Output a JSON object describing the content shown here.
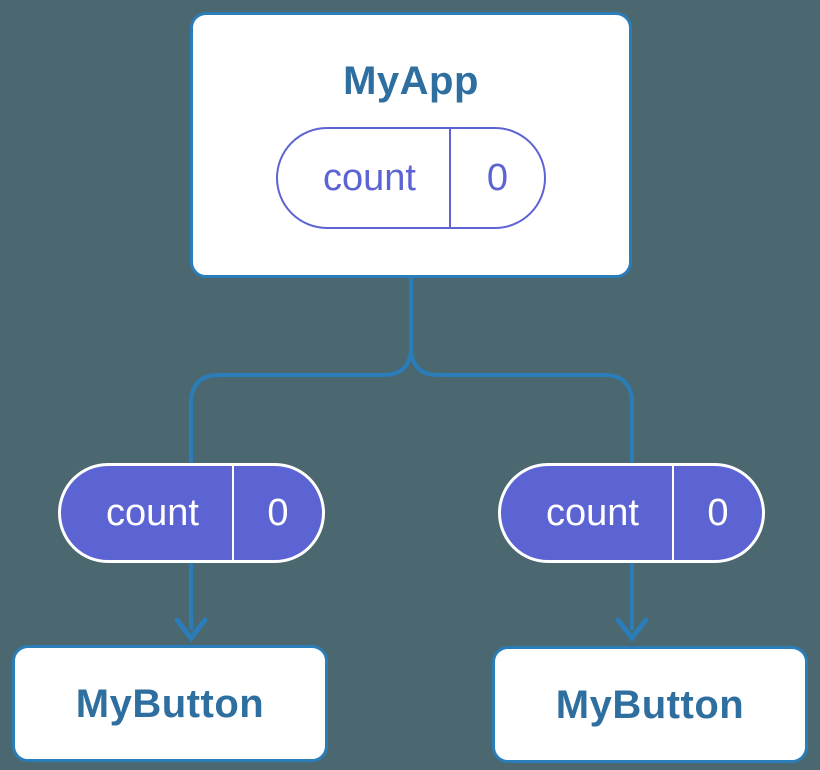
{
  "diagram": {
    "type": "component-state-tree",
    "colors": {
      "background": "#4b6770",
      "line_blue": "#2b7db9",
      "card_border_blue": "#2b7db9",
      "title_text_blue": "#2f6f9f",
      "pill_purple": "#5c63d2",
      "card_fill": "#ffffff",
      "pill_text_on_purple": "#ffffff"
    },
    "root": {
      "title": "MyApp",
      "state": {
        "name": "count",
        "value": "0"
      }
    },
    "children": [
      {
        "title": "MyButton",
        "prop": {
          "name": "count",
          "value": "0"
        }
      },
      {
        "title": "MyButton",
        "prop": {
          "name": "count",
          "value": "0"
        }
      }
    ]
  }
}
